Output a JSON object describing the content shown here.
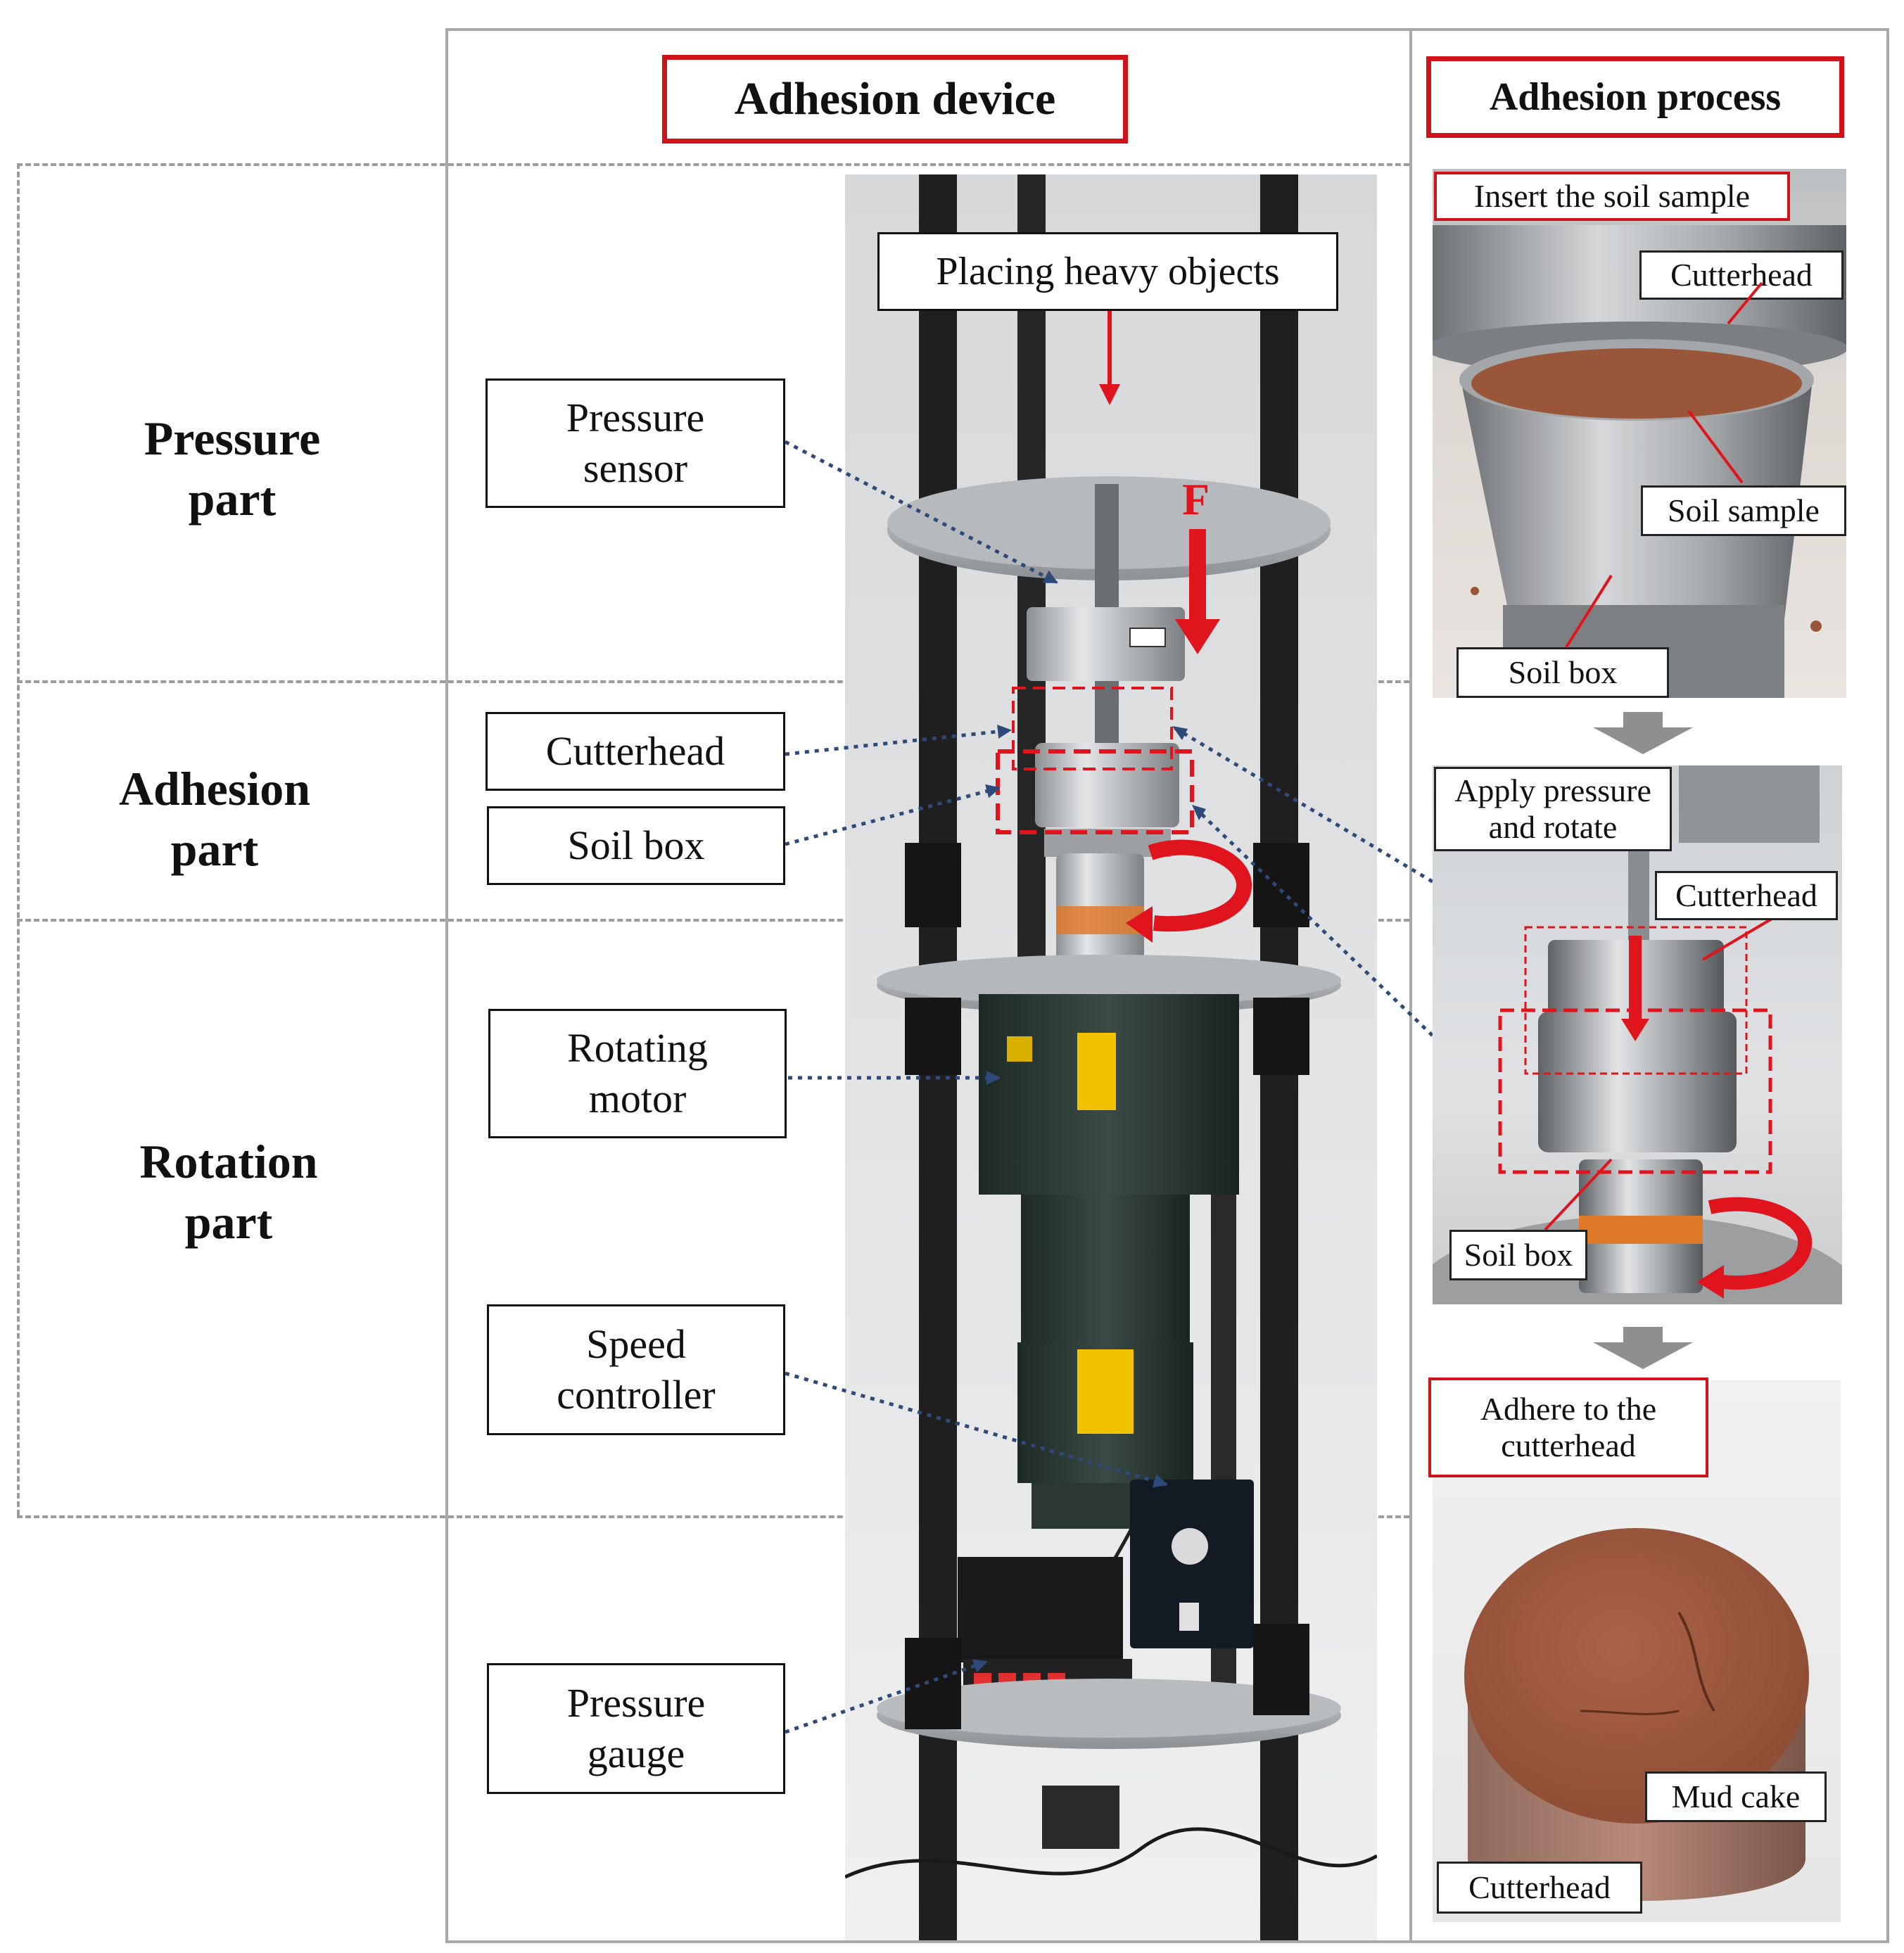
{
  "headers": {
    "device_title": "Adhesion device",
    "process_title": "Adhesion process"
  },
  "sections": [
    {
      "label": "Pressure\npart"
    },
    {
      "label": "Adhesion\npart"
    },
    {
      "label": "Rotation\npart"
    }
  ],
  "callouts": {
    "placing": "Placing heavy objects",
    "force": "F",
    "pressure_sensor": "Pressure\nsensor",
    "cutterhead": "Cutterhead",
    "soil_box": "Soil box",
    "rotating_motor": "Rotating\nmotor",
    "speed_controller": "Speed\ncontroller",
    "pressure_gauge": "Pressure\ngauge"
  },
  "process": {
    "step1": {
      "title": "Insert the soil sample",
      "labels": {
        "cutterhead": "Cutterhead",
        "soil_sample": "Soil sample",
        "soil_box": "Soil box"
      }
    },
    "step2": {
      "title": "Apply pressure\nand rotate",
      "labels": {
        "cutterhead": "Cutterhead",
        "soil_box": "Soil box"
      }
    },
    "step3": {
      "title": "Adhere to the\ncutterhead",
      "labels": {
        "mud_cake": "Mud cake",
        "cutterhead": "Cutterhead"
      }
    }
  },
  "colors": {
    "accent_red": "#d0121b",
    "leader_blue": "#2e4a7a",
    "dash_gray": "#9c9c9c",
    "soil_brown": "#9a5638"
  }
}
